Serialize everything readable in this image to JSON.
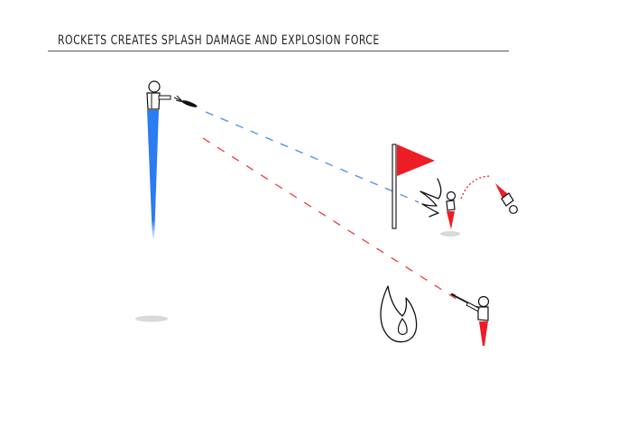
{
  "header": {
    "title": "ROCKETS CREATES SPLASH DAMAGE AND EXPLOSION FORCE"
  },
  "colors": {
    "blue_team": "#2b7bf3",
    "red_team": "#ee1c25",
    "outline": "#111111",
    "shadow": "#d9d9d9",
    "rule": "#555555"
  },
  "scene": {
    "elements": [
      {
        "id": "blue-player",
        "description": "blue player firing rocket launcher, jetting upward"
      },
      {
        "id": "rocket",
        "description": "rocket projectile"
      },
      {
        "id": "blue-trajectory",
        "description": "blue dashed rocket path toward flag"
      },
      {
        "id": "red-trajectory",
        "description": "red dashed path toward red player"
      },
      {
        "id": "flag",
        "description": "red flag on pole"
      },
      {
        "id": "explosion",
        "description": "scribble explosion burst"
      },
      {
        "id": "red-player-hit",
        "description": "red player knocked by explosion"
      },
      {
        "id": "knockback-arc",
        "description": "red dotted arc showing knockback"
      },
      {
        "id": "red-player-flung",
        "description": "red player flung through air"
      },
      {
        "id": "fire",
        "description": "flame icon"
      },
      {
        "id": "red-player-gunner",
        "description": "red player aiming gun"
      }
    ]
  }
}
